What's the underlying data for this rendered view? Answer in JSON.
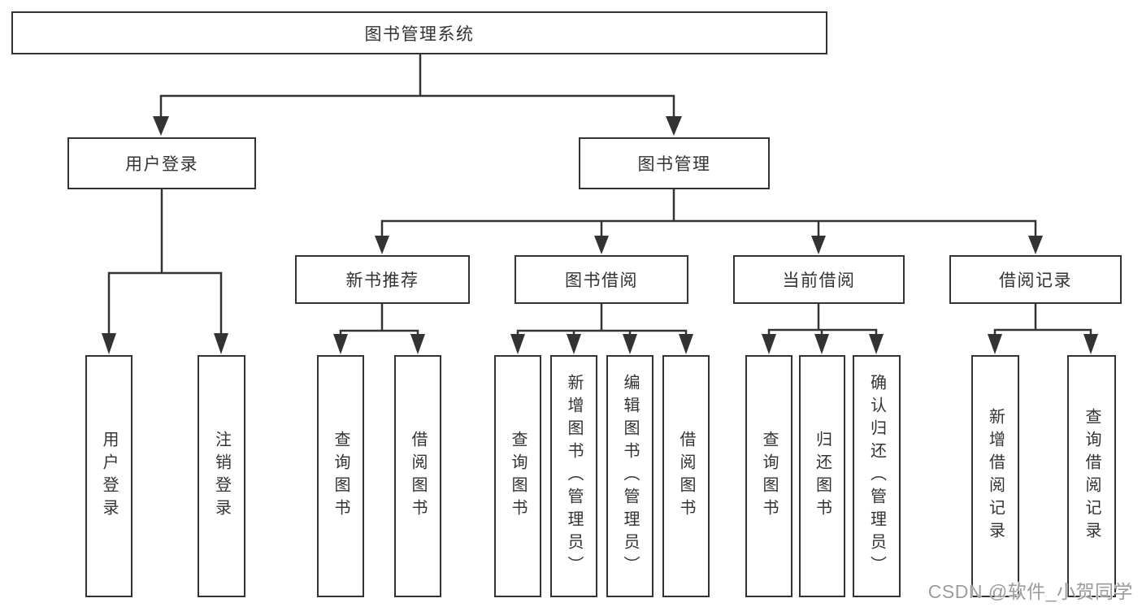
{
  "diagram": {
    "type": "tree",
    "tree": {
      "label": "图书管理系统",
      "children": [
        {
          "label": "用户登录",
          "children": [
            {
              "label": "用户登录"
            },
            {
              "label": "注销登录"
            }
          ]
        },
        {
          "label": "图书管理",
          "children": [
            {
              "label": "新书推荐",
              "children": [
                {
                  "label": "查询图书"
                },
                {
                  "label": "借阅图书"
                }
              ]
            },
            {
              "label": "图书借阅",
              "children": [
                {
                  "label": "查询图书"
                },
                {
                  "label": "新增图书（管理员）"
                },
                {
                  "label": "编辑图书（管理员）"
                },
                {
                  "label": "借阅图书"
                }
              ]
            },
            {
              "label": "当前借阅",
              "children": [
                {
                  "label": "查询图书"
                },
                {
                  "label": "归还图书"
                },
                {
                  "label": "确认归还（管理员）"
                }
              ]
            },
            {
              "label": "借阅记录",
              "children": [
                {
                  "label": "新增借阅记录"
                },
                {
                  "label": "查询借阅记录"
                }
              ]
            }
          ]
        }
      ]
    },
    "colors": {
      "line": "#333333",
      "text": "#333333",
      "box_fill": "#ffffff",
      "background": "#ffffff",
      "watermark": "#9c9c9c"
    }
  },
  "watermark": "CSDN @软件_小贺同学"
}
